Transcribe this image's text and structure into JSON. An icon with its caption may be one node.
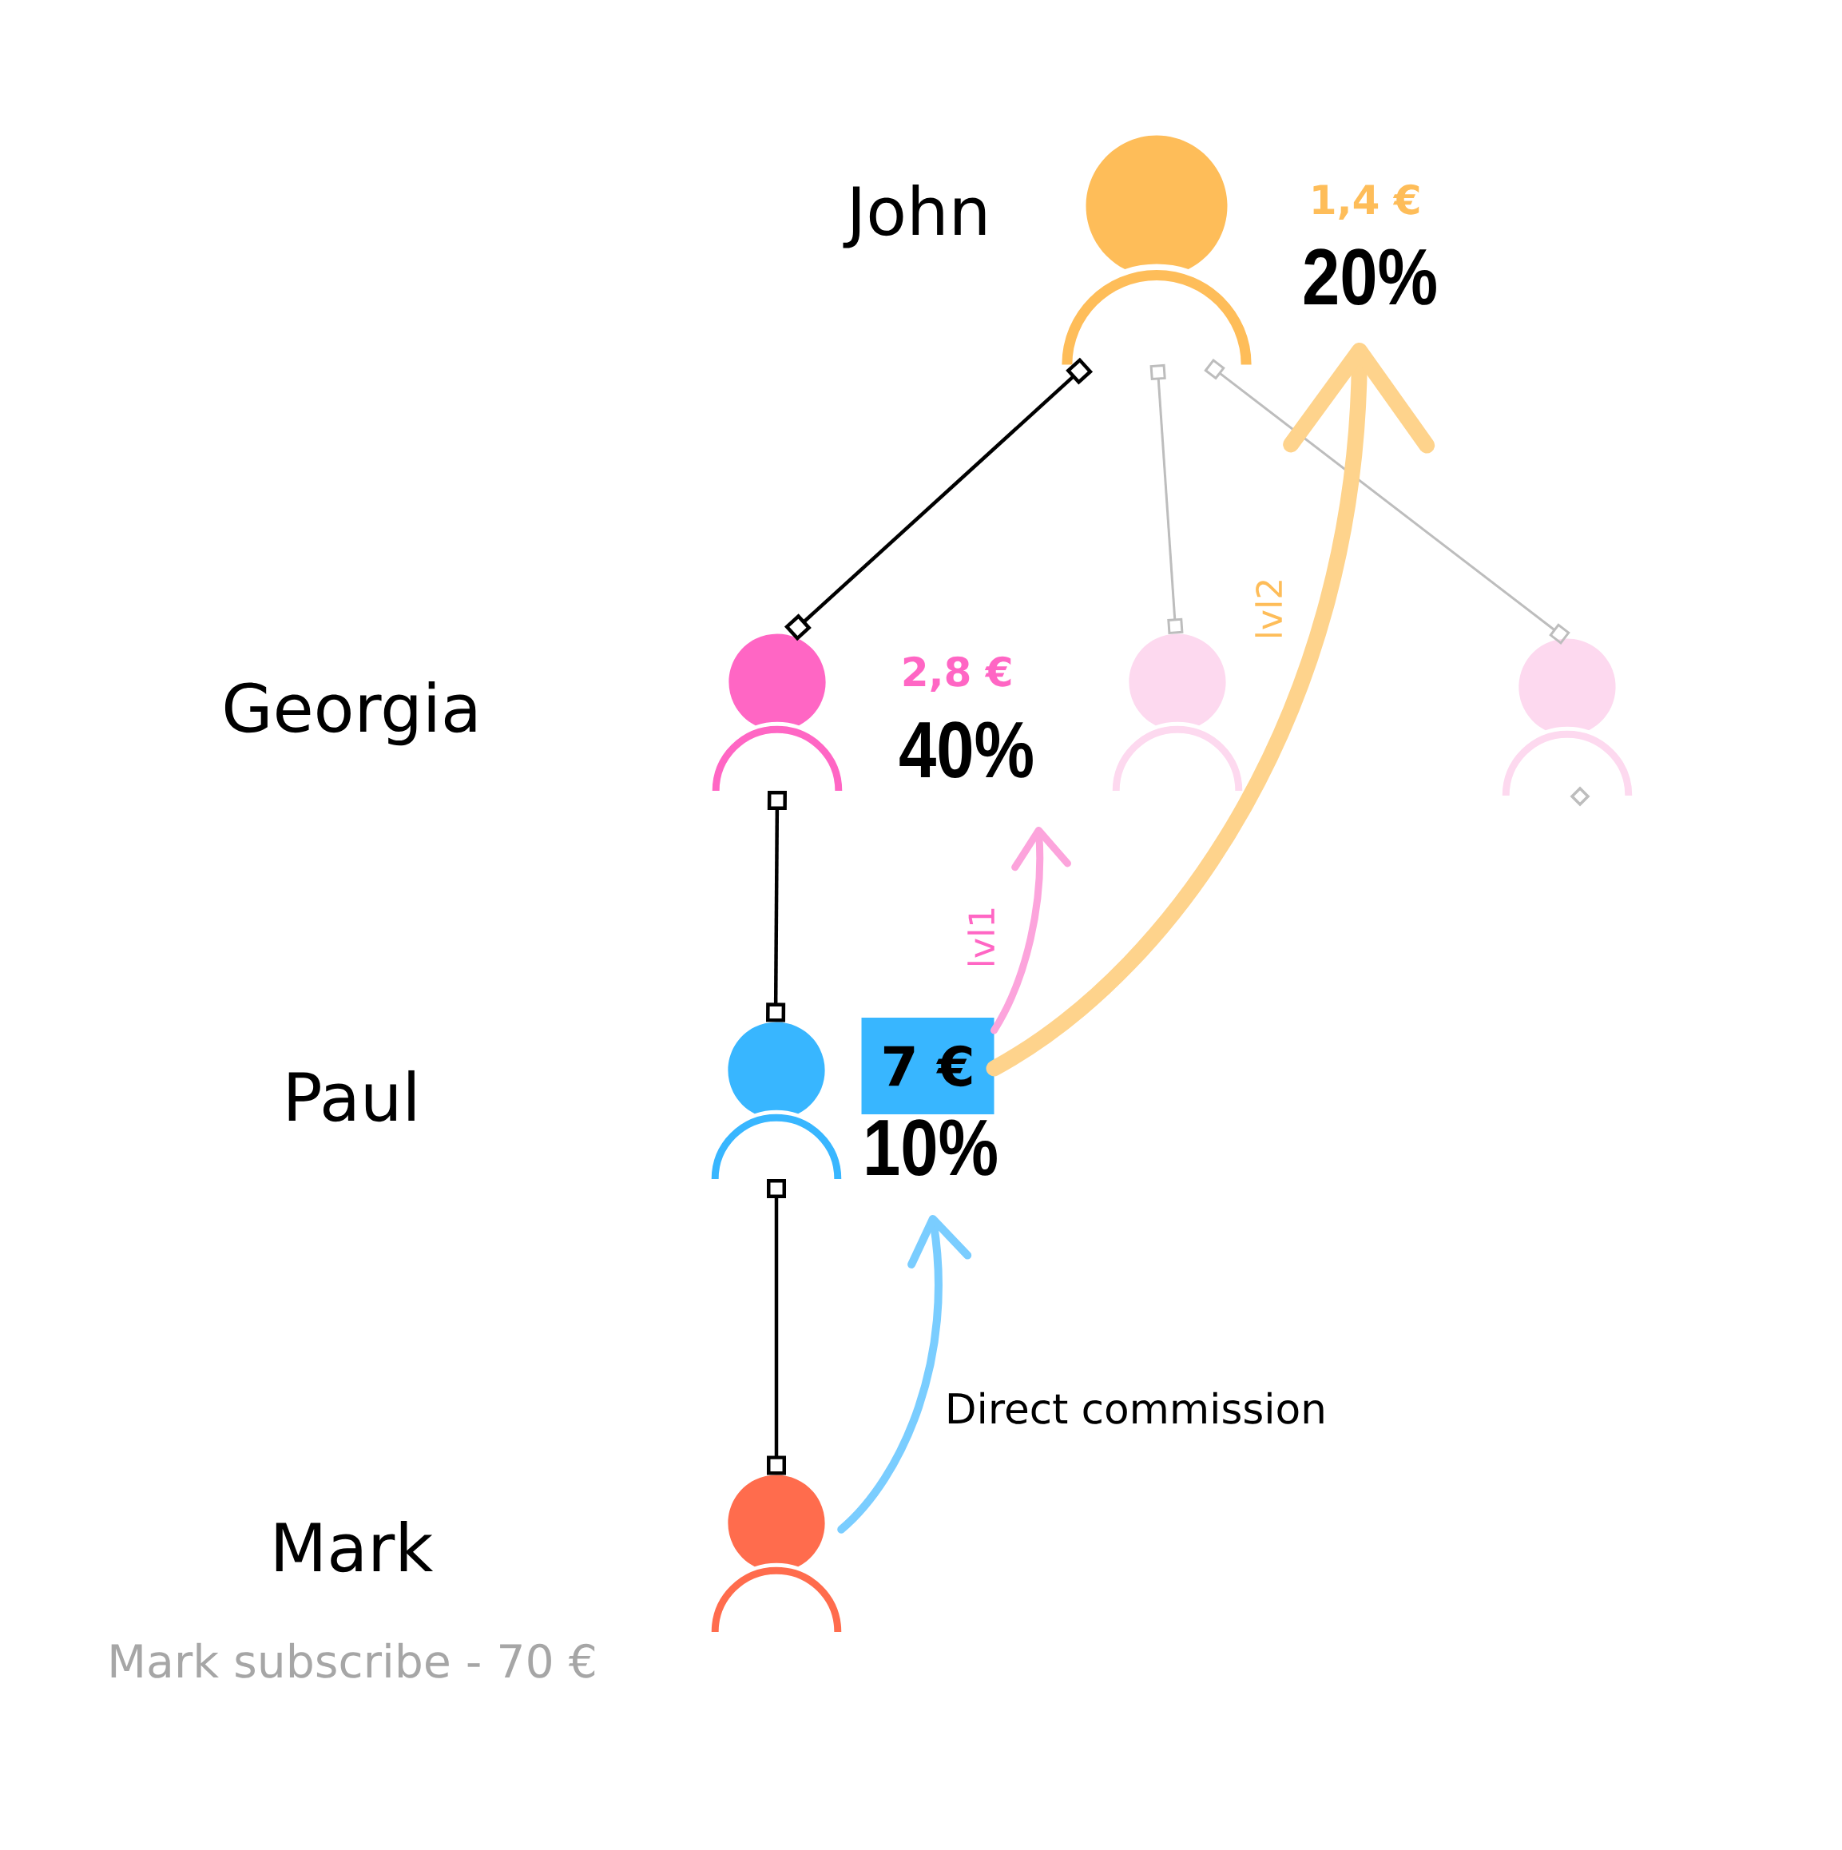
{
  "diagram": {
    "nodes": [
      {
        "text": [],
        "shape": "person",
        "beside": [
          "John"
        ]
      },
      {
        "text": [
          "20%"
        ],
        "beside": [
          "1,4 €"
        ]
      },
      {
        "text": [],
        "shape": "person"
      },
      {
        "text": [
          "40%"
        ],
        "beside": [
          "2,8 €"
        ]
      },
      {
        "text": [],
        "shape": "person"
      },
      {
        "text": [],
        "shape": "person"
      },
      {
        "text": [],
        "shape": "person"
      },
      {
        "text": [
          "7 €"
        ]
      },
      {
        "text": [
          "10%"
        ]
      },
      {
        "text": [],
        "shape": "person"
      }
    ],
    "edges": [
      {
        "from": 0,
        "to": 2,
        "arrow": "other"
      },
      {
        "from": 0,
        "to": 4,
        "arrow": "other",
        "color": "#bdbdbd"
      },
      {
        "from": 0,
        "to": 5,
        "arrow": "other",
        "color": "#bdbdbd"
      },
      {
        "from": 2,
        "to": 6,
        "arrow": "other"
      },
      {
        "from": 6,
        "to": 9,
        "arrow": "other"
      },
      {
        "from": 9,
        "to": 8,
        "arrow": "to",
        "label": "Direct commission",
        "style": "thick",
        "color": "#7acdff"
      },
      {
        "from": 7,
        "to": 3,
        "arrow": "to",
        "label": "lvl1",
        "style": "thick",
        "color": "#fca4dc"
      },
      {
        "from": 7,
        "to": 1,
        "arrow": "to",
        "label": "lvl2",
        "style": "thick",
        "color": "#fed38c"
      }
    ],
    "labels": [
      "Georgia",
      "Paul",
      "Mark",
      "Mark subscribe - 70 €"
    ]
  }
}
